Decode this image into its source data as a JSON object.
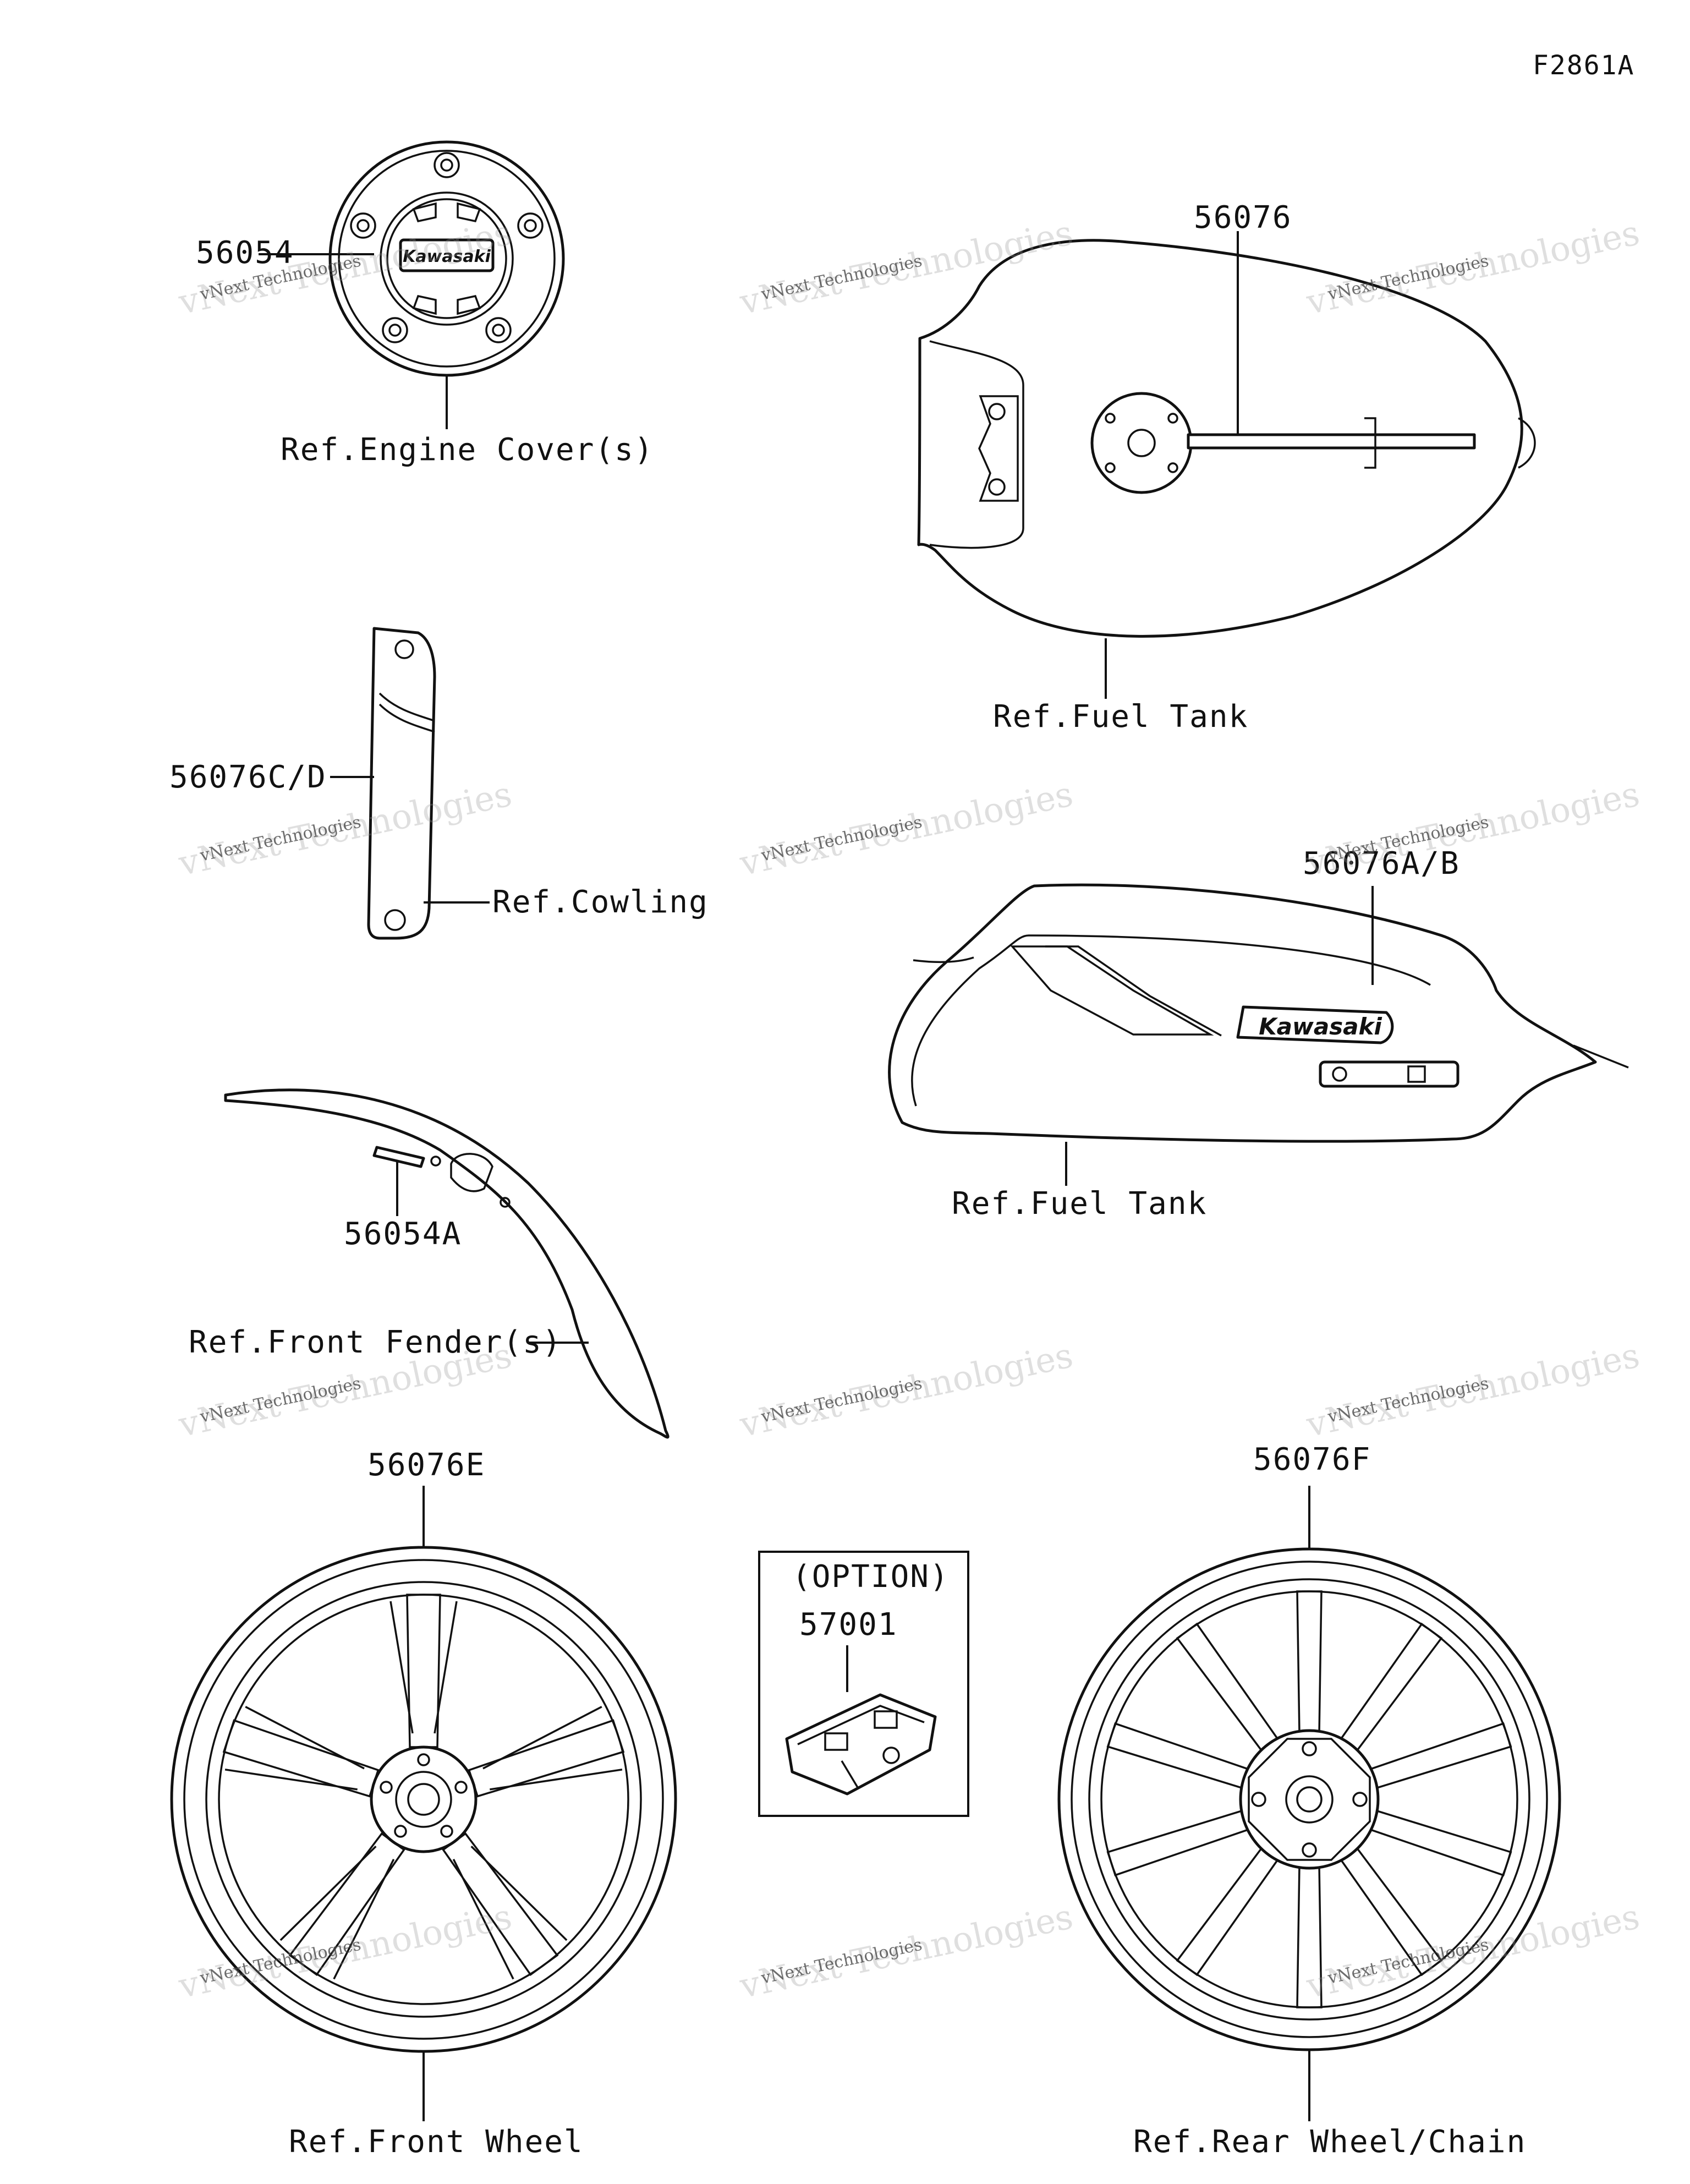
{
  "diagram_code": "F2861A",
  "labels": {
    "part_56054": "56054",
    "ref_engine_cover": "Ref.Engine Cover(s)",
    "part_56076": "56076",
    "ref_fuel_tank_1": "Ref.Fuel Tank",
    "part_56076cd": "56076C/D",
    "ref_cowling": "Ref.Cowling",
    "part_56076ab": "56076A/B",
    "ref_fuel_tank_2": "Ref.Fuel Tank",
    "part_56054a": "56054A",
    "ref_front_fender": "Ref.Front Fender(s)",
    "part_56076e": "56076E",
    "part_56076f": "56076F",
    "option": "(OPTION)",
    "part_57001": "57001",
    "ref_front_wheel": "Ref.Front Wheel",
    "ref_rear_wheel": "Ref.Rear Wheel/Chain"
  },
  "decal_text": {
    "engine_cover_brand": "Kawasaki",
    "tank_brand": "Kawasaki"
  },
  "watermark": {
    "line1": "vNext",
    "line2": "Technologies",
    "line3": "vNext Technologies"
  }
}
